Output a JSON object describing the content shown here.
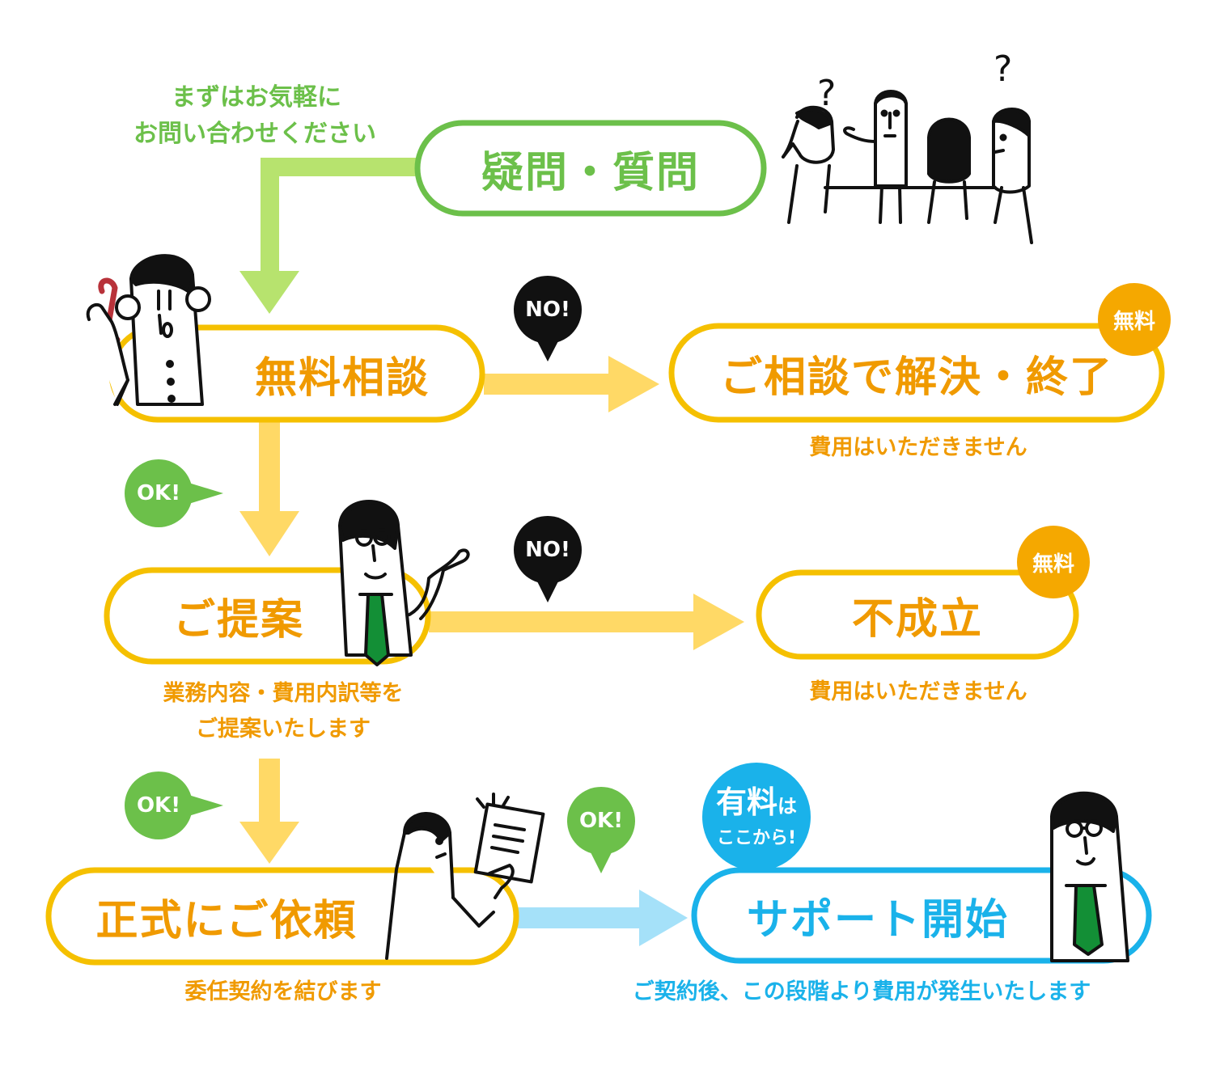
{
  "colors": {
    "green": "#6cc04a",
    "light_green": "#b7e36e",
    "orange": "#f5a800",
    "orange_text": "#f09a00",
    "light_yellow": "#ffd966",
    "blue": "#1ab2ea",
    "light_blue": "#a5e1f9",
    "black": "#111111"
  },
  "intro": {
    "line1": "まずはお気軽に",
    "line2": "お問い合わせください"
  },
  "steps": {
    "question": {
      "label": "疑問・質問"
    },
    "consult": {
      "label": "無料相談"
    },
    "resolved": {
      "label": "ご相談で解決・終了",
      "badge": "無料",
      "note": "費用はいただきません"
    },
    "proposal": {
      "label": "ご提案",
      "note_line1": "業務内容・費用内訳等を",
      "note_line2": "ご提案いたします"
    },
    "failed": {
      "label": "不成立",
      "badge": "無料",
      "note": "費用はいただきません"
    },
    "request": {
      "label": "正式にご依頼",
      "note": "委任契約を結びます"
    },
    "support": {
      "label": "サポート開始",
      "note": "ご契約後、この段階より費用が発生いたします"
    }
  },
  "bubbles": {
    "no1": "NO!",
    "no2": "NO!",
    "ok1": "OK!",
    "ok2": "OK!",
    "ok3": "OK!"
  },
  "paid_badge": {
    "big": "有料",
    "small": "は",
    "line2": "ここから!"
  },
  "icons": [
    "people-group-icon",
    "phone-man-icon",
    "presenter-man-icon",
    "document-woman-icon",
    "glasses-man-icon"
  ]
}
